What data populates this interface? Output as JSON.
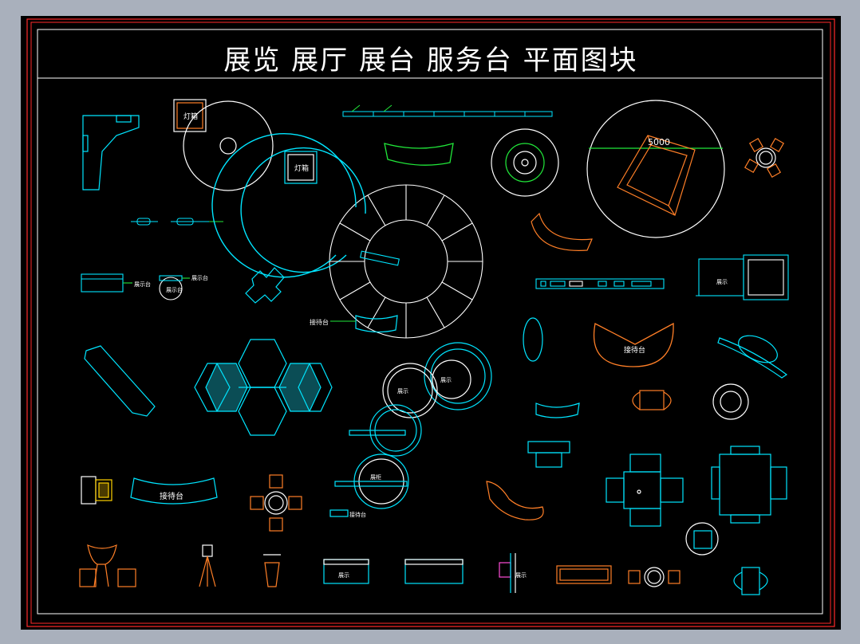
{
  "sheet": {
    "title": "展览 展厅 展台 服务台 平面图块"
  },
  "labels": {
    "lamp_box_1": "灯箱",
    "lamp_box_2": "灯箱",
    "dimension": "5000",
    "reception_left": "接待台",
    "reception_orange": "接待台",
    "reception_curve": "接待台",
    "reception_small": "接待台",
    "display_1": "展示台",
    "display_2": "展示台",
    "display_3": "展示台",
    "display_4": "展示",
    "display_5": "展示",
    "display_6": "展示",
    "display_7": "展柜"
  },
  "colors": {
    "cyan": "#00e5ff",
    "white": "#ffffff",
    "orange": "#ff7f27",
    "green": "#21e83a",
    "magenta": "#ff4dd8",
    "yellow": "#ffd200",
    "red": "#ff2a2a",
    "canvas": "#000000"
  }
}
